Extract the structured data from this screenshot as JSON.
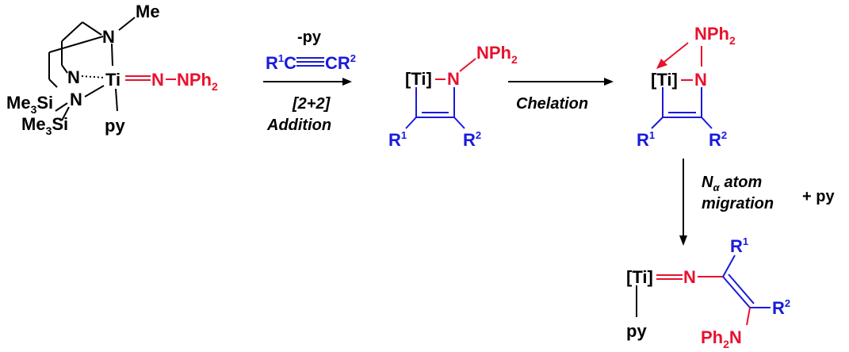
{
  "colors": {
    "black": "#000000",
    "red": "#e8112d",
    "blue": "#1a1adc"
  },
  "start": {
    "me": "Me",
    "n_top": "N",
    "n_mid": "N",
    "n_bot": "N",
    "ti": "Ti",
    "imido_n": "N",
    "nph": "NPh",
    "nph_sub": "2",
    "sime3_a_me": "Me",
    "sime3_a_sub": "3",
    "sime3_a_si": "Si",
    "sime3_b_me": "Me",
    "sime3_b_sub": "3",
    "sime3_b_si": "Si",
    "py": "py"
  },
  "step1": {
    "minus_py": "-py",
    "alkyne_r1": "R",
    "alkyne_r1_sup": "1",
    "alkyne_c1": "C",
    "alkyne_c2": "CR",
    "alkyne_r2_sup": "2",
    "line1": "[2+2]",
    "line2": "Addition"
  },
  "inter1": {
    "ti": "[Ti]",
    "n": "N",
    "nph": "NPh",
    "nph_sub": "2",
    "r1": "R",
    "r1_sup": "1",
    "r2": "R",
    "r2_sup": "2"
  },
  "step2": {
    "label": "Chelation"
  },
  "inter2": {
    "ti": "[Ti]",
    "n": "N",
    "nph": "NPh",
    "nph_sub": "2",
    "r1": "R",
    "r1_sup": "1",
    "r2": "R",
    "r2_sup": "2"
  },
  "step3": {
    "n_alpha": "N",
    "alpha": "α",
    "atom": "atom",
    "migration": "migration",
    "plus_py": "+ py"
  },
  "product": {
    "ti": "[Ti]",
    "n": "N",
    "py": "py",
    "r1": "R",
    "r1_sup": "1",
    "r2": "R",
    "r2_sup": "2",
    "ph": "Ph",
    "ph_sub": "2",
    "ph_n": "N"
  }
}
